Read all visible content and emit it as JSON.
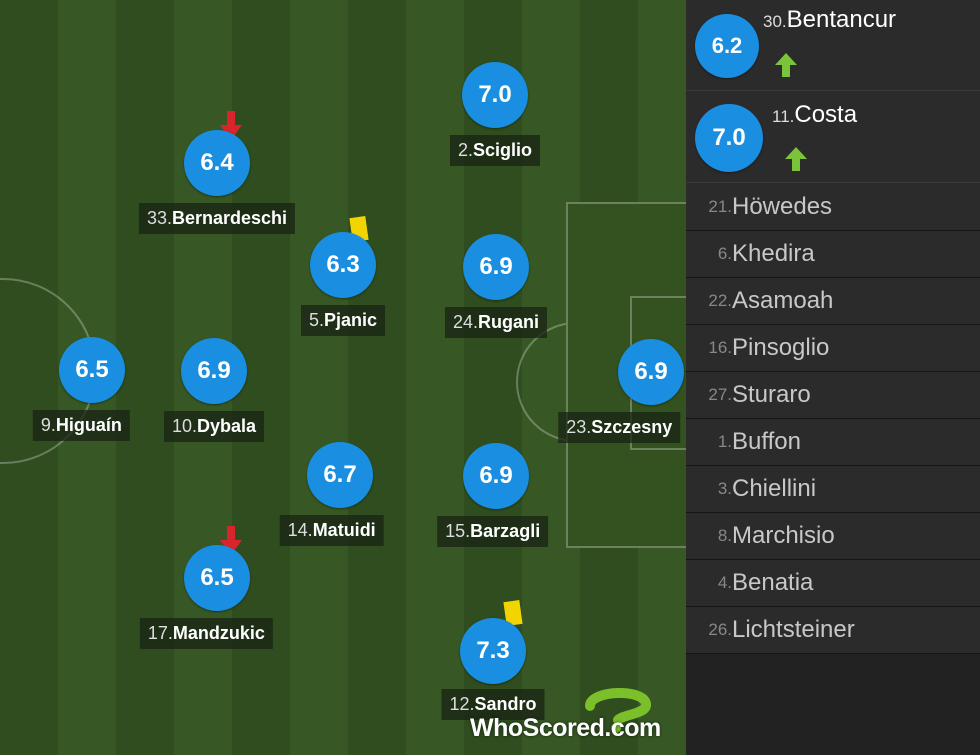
{
  "pitch": {
    "players": [
      {
        "id": "sciglio",
        "number": "2.",
        "name": "Sciglio",
        "rating": "7.0",
        "card": "",
        "subbed_off": false
      },
      {
        "id": "bernardeschi",
        "number": "33.",
        "name": "Bernardeschi",
        "rating": "6.4",
        "card": "",
        "subbed_off": true
      },
      {
        "id": "pjanic",
        "number": "5.",
        "name": "Pjanic",
        "rating": "6.3",
        "card": "yellow",
        "subbed_off": false
      },
      {
        "id": "rugani",
        "number": "24.",
        "name": "Rugani",
        "rating": "6.9",
        "card": "",
        "subbed_off": false
      },
      {
        "id": "higuain",
        "number": "9.",
        "name": "Higuaín",
        "rating": "6.5",
        "card": "",
        "subbed_off": false
      },
      {
        "id": "dybala",
        "number": "10.",
        "name": "Dybala",
        "rating": "6.9",
        "card": "",
        "subbed_off": false
      },
      {
        "id": "szczesny",
        "number": "23.",
        "name": "Szczesny",
        "rating": "6.9",
        "card": "",
        "subbed_off": false
      },
      {
        "id": "matuidi",
        "number": "14.",
        "name": "Matuidi",
        "rating": "6.7",
        "card": "",
        "subbed_off": false
      },
      {
        "id": "barzagli",
        "number": "15.",
        "name": "Barzagli",
        "rating": "6.9",
        "card": "",
        "subbed_off": false
      },
      {
        "id": "mandzukic",
        "number": "17.",
        "name": "Mandzukic",
        "rating": "6.5",
        "card": "",
        "subbed_off": true
      },
      {
        "id": "sandro",
        "number": "12.",
        "name": "Sandro",
        "rating": "7.3",
        "card": "yellow",
        "subbed_off": false
      }
    ],
    "watermark": "WhoScored.com"
  },
  "bench": {
    "subs_in": [
      {
        "number": "30.",
        "name": "Bentancur",
        "rating": "6.2"
      },
      {
        "number": "11.",
        "name": "Costa",
        "rating": "7.0"
      }
    ],
    "unused": [
      {
        "number": "21.",
        "name": "Höwedes"
      },
      {
        "number": "6.",
        "name": "Khedira"
      },
      {
        "number": "22.",
        "name": "Asamoah"
      },
      {
        "number": "16.",
        "name": "Pinsoglio"
      },
      {
        "number": "27.",
        "name": "Sturaro"
      },
      {
        "number": "1.",
        "name": "Buffon"
      },
      {
        "number": "3.",
        "name": "Chiellini"
      },
      {
        "number": "8.",
        "name": "Marchisio"
      },
      {
        "number": "4.",
        "name": "Benatia"
      },
      {
        "number": "26.",
        "name": "Lichtsteiner"
      }
    ]
  },
  "colors": {
    "rating_bg": "#1a8ee0",
    "yellow_card": "#f2d500",
    "sub_off": "#d9242b",
    "sub_on": "#7bc43a"
  }
}
